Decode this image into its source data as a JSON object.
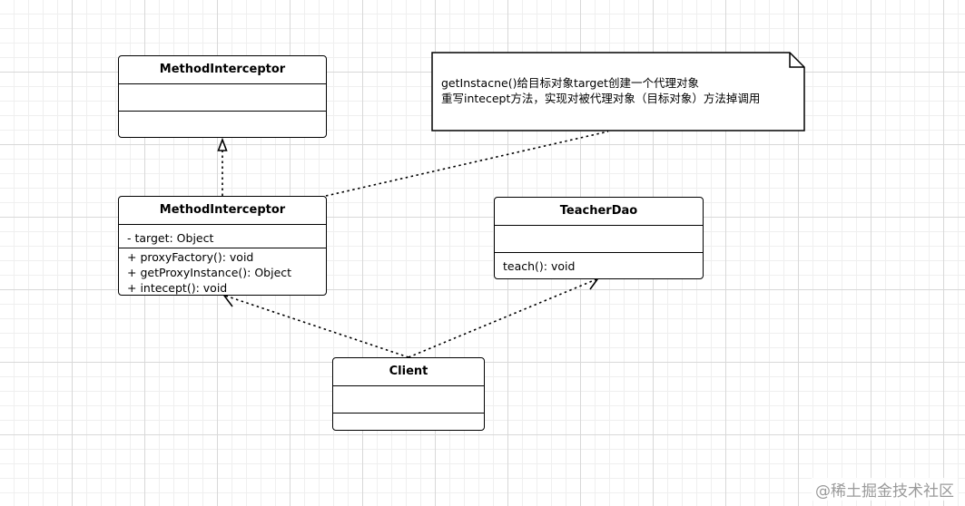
{
  "classes": {
    "interface_top": {
      "name": "MethodInterceptor",
      "attributes": [],
      "methods": []
    },
    "proxy_factory": {
      "name": "MethodInterceptor",
      "attributes": [
        "- target: Object"
      ],
      "methods": [
        "+ proxyFactory(): void",
        "+ getProxyInstance(): Object",
        "+ intecept(): void"
      ]
    },
    "teacher_dao": {
      "name": "TeacherDao",
      "attributes": [],
      "methods": [
        "teach(): void"
      ]
    },
    "client": {
      "name": "Client",
      "attributes": [],
      "methods": []
    }
  },
  "note": {
    "lines": [
      "getInstacne()给目标对象target创建一个代理对象",
      "重写intecept方法，实现对被代理对象（目标对象）方法掉调用"
    ]
  },
  "relations": [
    {
      "from": "MethodInterceptor",
      "to": "MethodInterceptor",
      "type": "realization"
    },
    {
      "from": "Client",
      "to": "MethodInterceptor",
      "type": "dependency"
    },
    {
      "from": "Client",
      "to": "TeacherDao",
      "type": "dependency"
    },
    {
      "from": "MethodInterceptor",
      "to": "note",
      "type": "note-link"
    }
  ],
  "watermark": "@稀土掘金技术社区"
}
